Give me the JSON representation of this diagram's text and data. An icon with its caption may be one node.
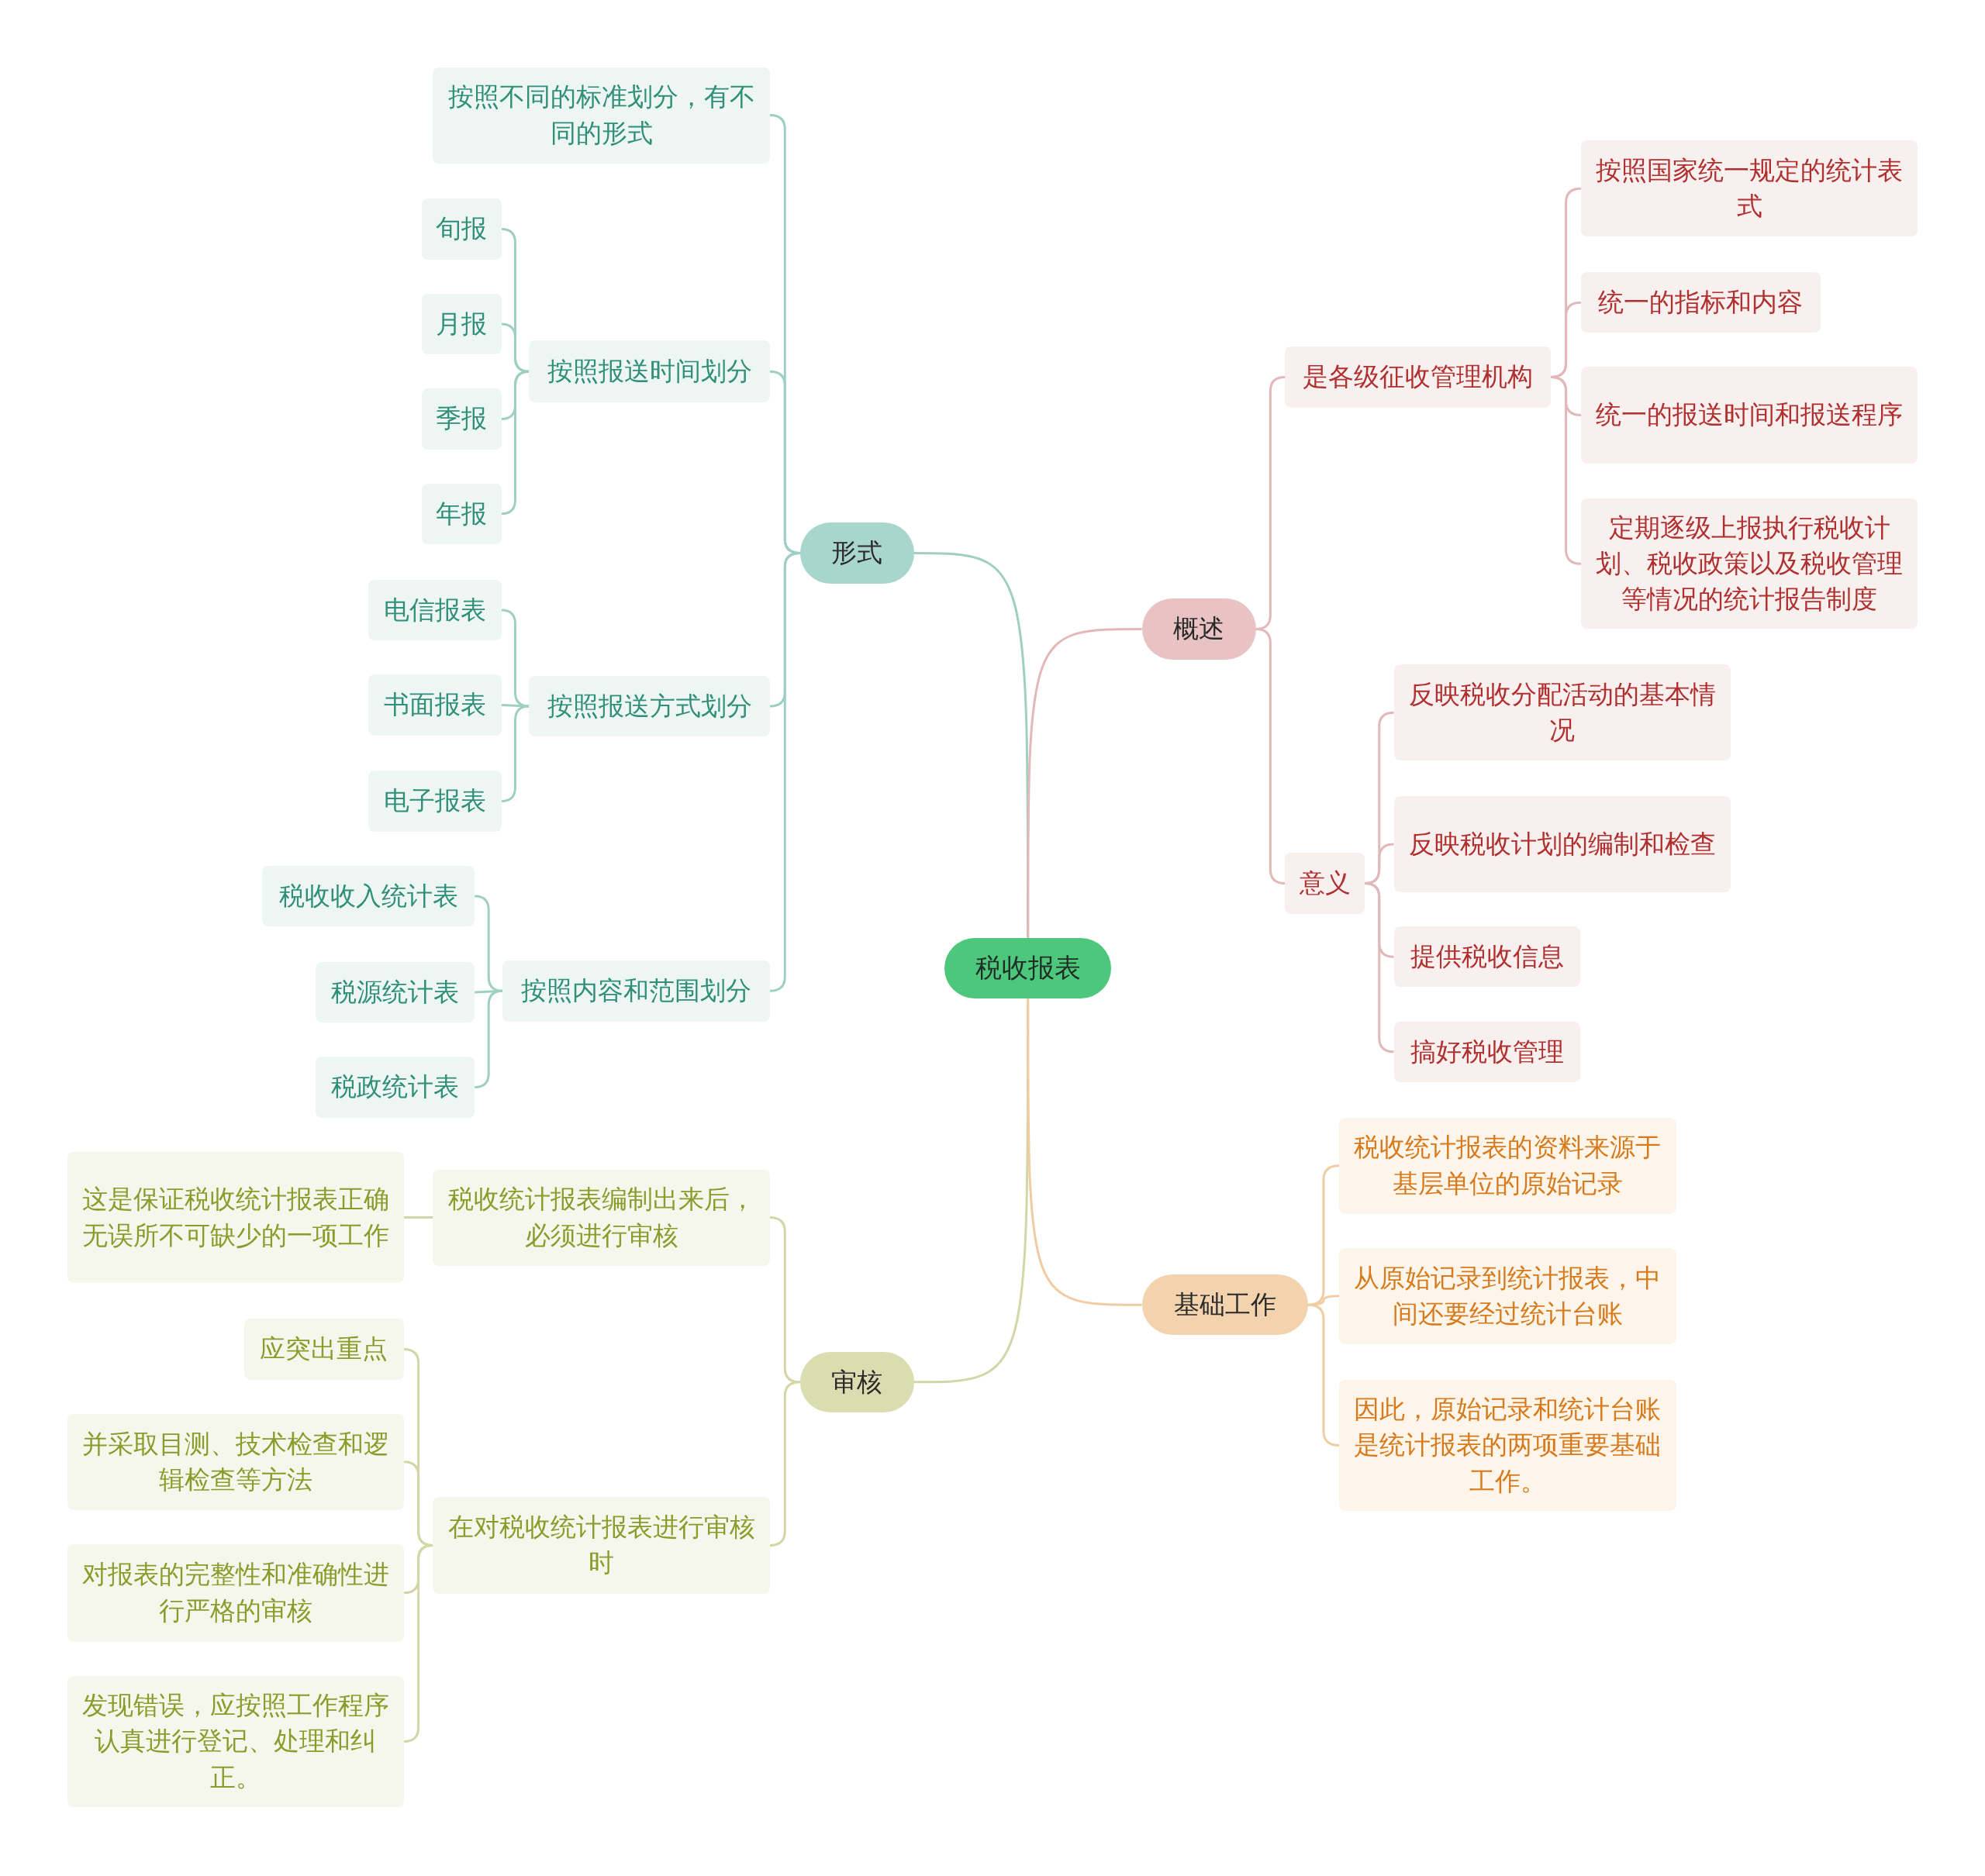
{
  "diagram": {
    "nodes": [
      {
        "text": [
          "税收报表"
        ]
      },
      {
        "text": [
          "形式"
        ]
      },
      {
        "text": [
          "按照不同的标准划分，有不同的形式"
        ]
      },
      {
        "text": [
          "按照报送时间划分"
        ]
      },
      {
        "text": [
          "旬报"
        ]
      },
      {
        "text": [
          "月报"
        ]
      },
      {
        "text": [
          "季报"
        ]
      },
      {
        "text": [
          "年报"
        ]
      },
      {
        "text": [
          "按照报送方式划分"
        ]
      },
      {
        "text": [
          "电信报表"
        ]
      },
      {
        "text": [
          "书面报表"
        ]
      },
      {
        "text": [
          "电子报表"
        ]
      },
      {
        "text": [
          "按照内容和范围划分"
        ]
      },
      {
        "text": [
          "税收收入统计表"
        ]
      },
      {
        "text": [
          "税源统计表"
        ]
      },
      {
        "text": [
          "税政统计表"
        ]
      },
      {
        "text": [
          "审核"
        ]
      },
      {
        "text": [
          "税收统计报表编制出来后，必须进行审核"
        ]
      },
      {
        "text": [
          "这是保证税收统计报表正确无误所不可缺少的一项工作"
        ]
      },
      {
        "text": [
          "在对税收统计报表进行审核时"
        ]
      },
      {
        "text": [
          "应突出重点"
        ]
      },
      {
        "text": [
          "并采取目测、技术检查和逻辑检查等方法"
        ]
      },
      {
        "text": [
          "对报表的完整性和准确性进行严格的审核"
        ]
      },
      {
        "text": [
          "发现错误，应按照工作程序认真进行登记、处理和纠正。"
        ]
      },
      {
        "text": [
          "概述"
        ]
      },
      {
        "text": [
          "是各级征收管理机构"
        ]
      },
      {
        "text": [
          "按照国家统一规定的统计表式"
        ]
      },
      {
        "text": [
          "统一的指标和内容"
        ]
      },
      {
        "text": [
          "统一的报送时间和报送程序"
        ]
      },
      {
        "text": [
          "定期逐级上报执行税收计划、税收政策以及税收管理等情况的统计报告制度"
        ]
      },
      {
        "text": [
          "意义"
        ]
      },
      {
        "text": [
          "反映税收分配活动的基本情况"
        ]
      },
      {
        "text": [
          "反映税收计划的编制和检查"
        ]
      },
      {
        "text": [
          "提供税收信息"
        ]
      },
      {
        "text": [
          "搞好税收管理"
        ]
      },
      {
        "text": [
          "基础工作"
        ]
      },
      {
        "text": [
          "税收统计报表的资料来源于基层单位的原始记录"
        ]
      },
      {
        "text": [
          "从原始记录到统计报表，中间还要经过统计台账"
        ]
      },
      {
        "text": [
          "因此，原始记录和统计台账是统计报表的两项重要基础工作。"
        ]
      }
    ],
    "edges": [
      {
        "from": 0,
        "to": 1,
        "arrow": "none",
        "color": "#9fcfc3"
      },
      {
        "from": 0,
        "to": 16,
        "arrow": "none",
        "color": "#d3d6a6"
      },
      {
        "from": 0,
        "to": 24,
        "arrow": "none",
        "color": "#e2b8b8"
      },
      {
        "from": 0,
        "to": 35,
        "arrow": "none",
        "color": "#f0cca3"
      },
      {
        "from": 1,
        "to": 2,
        "arrow": "none",
        "color": "#9fcfc3"
      },
      {
        "from": 1,
        "to": 3,
        "arrow": "none",
        "color": "#9fcfc3"
      },
      {
        "from": 1,
        "to": 8,
        "arrow": "none",
        "color": "#9fcfc3"
      },
      {
        "from": 1,
        "to": 12,
        "arrow": "none",
        "color": "#9fcfc3"
      },
      {
        "from": 3,
        "to": 4,
        "arrow": "none",
        "color": "#9fcfc3"
      },
      {
        "from": 3,
        "to": 5,
        "arrow": "none",
        "color": "#9fcfc3"
      },
      {
        "from": 3,
        "to": 6,
        "arrow": "none",
        "color": "#9fcfc3"
      },
      {
        "from": 3,
        "to": 7,
        "arrow": "none",
        "color": "#9fcfc3"
      },
      {
        "from": 8,
        "to": 9,
        "arrow": "none",
        "color": "#9fcfc3"
      },
      {
        "from": 8,
        "to": 10,
        "arrow": "none",
        "color": "#9fcfc3"
      },
      {
        "from": 8,
        "to": 11,
        "arrow": "none",
        "color": "#9fcfc3"
      },
      {
        "from": 12,
        "to": 13,
        "arrow": "none",
        "color": "#9fcfc3"
      },
      {
        "from": 12,
        "to": 14,
        "arrow": "none",
        "color": "#9fcfc3"
      },
      {
        "from": 12,
        "to": 15,
        "arrow": "none",
        "color": "#9fcfc3"
      },
      {
        "from": 16,
        "to": 17,
        "arrow": "none",
        "color": "#d3d6a6"
      },
      {
        "from": 16,
        "to": 19,
        "arrow": "none",
        "color": "#d3d6a6"
      },
      {
        "from": 17,
        "to": 18,
        "arrow": "none",
        "color": "#d3d6a6"
      },
      {
        "from": 19,
        "to": 20,
        "arrow": "none",
        "color": "#d3d6a6"
      },
      {
        "from": 19,
        "to": 21,
        "arrow": "none",
        "color": "#d3d6a6"
      },
      {
        "from": 19,
        "to": 22,
        "arrow": "none",
        "color": "#d3d6a6"
      },
      {
        "from": 19,
        "to": 23,
        "arrow": "none",
        "color": "#d3d6a6"
      },
      {
        "from": 24,
        "to": 25,
        "arrow": "none",
        "color": "#e2b8b8"
      },
      {
        "from": 24,
        "to": 30,
        "arrow": "none",
        "color": "#e2b8b8"
      },
      {
        "from": 25,
        "to": 26,
        "arrow": "none",
        "color": "#e2b8b8"
      },
      {
        "from": 25,
        "to": 27,
        "arrow": "none",
        "color": "#e2b8b8"
      },
      {
        "from": 25,
        "to": 28,
        "arrow": "none",
        "color": "#e2b8b8"
      },
      {
        "from": 25,
        "to": 29,
        "arrow": "none",
        "color": "#e2b8b8"
      },
      {
        "from": 30,
        "to": 31,
        "arrow": "none",
        "color": "#e2b8b8"
      },
      {
        "from": 30,
        "to": 32,
        "arrow": "none",
        "color": "#e2b8b8"
      },
      {
        "from": 30,
        "to": 33,
        "arrow": "none",
        "color": "#e2b8b8"
      },
      {
        "from": 30,
        "to": 34,
        "arrow": "none",
        "color": "#e2b8b8"
      },
      {
        "from": 35,
        "to": 36,
        "arrow": "none",
        "color": "#f0cca3"
      },
      {
        "from": 35,
        "to": 37,
        "arrow": "none",
        "color": "#f0cca3"
      },
      {
        "from": 35,
        "to": 38,
        "arrow": "none",
        "color": "#f0cca3"
      }
    ]
  }
}
